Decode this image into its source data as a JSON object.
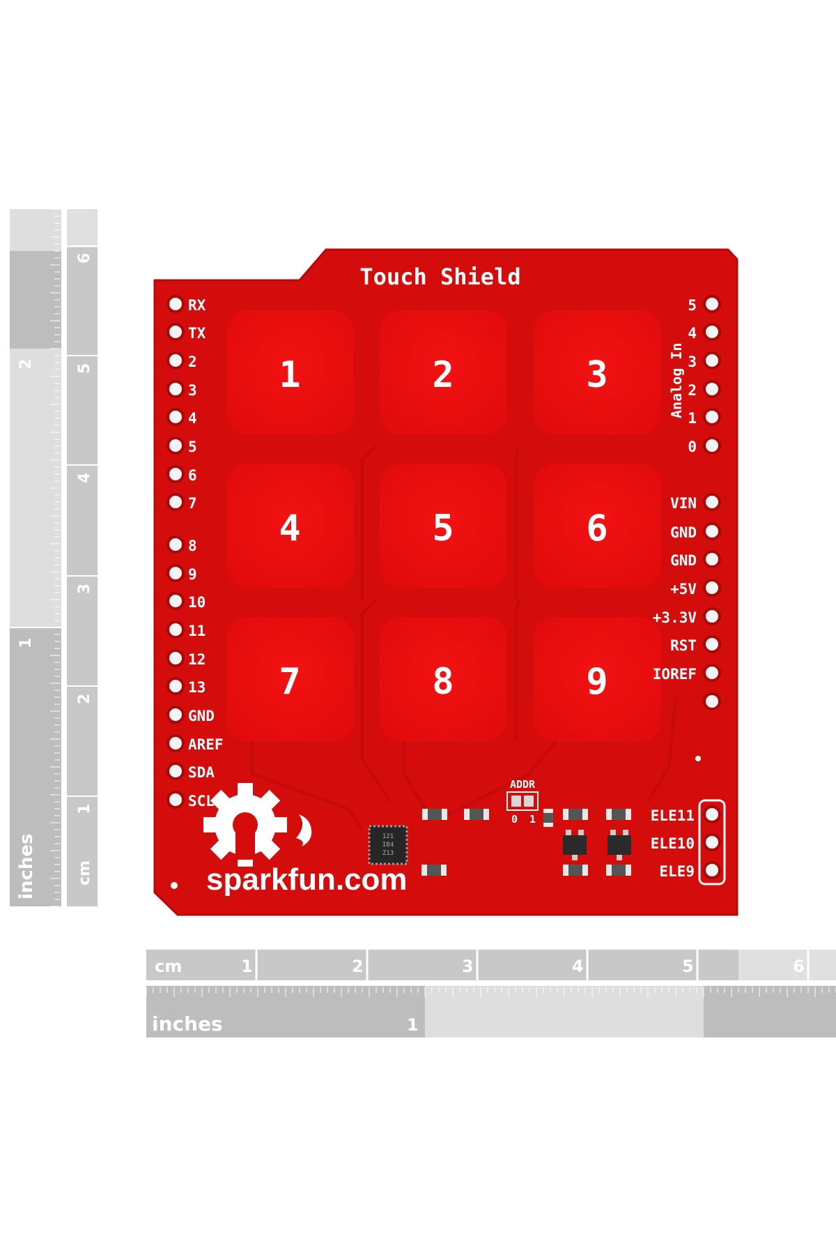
{
  "board": {
    "title": "Touch Shield",
    "logo_text": "sparkfun.com",
    "buttons": [
      "1",
      "2",
      "3",
      "4",
      "5",
      "6",
      "7",
      "8",
      "9"
    ],
    "left_pins": [
      "RX",
      "TX",
      "2",
      "3",
      "4",
      "5",
      "6",
      "7",
      "8",
      "9",
      "10",
      "11",
      "12",
      "13",
      "GND",
      "AREF",
      "SDA",
      "SCL"
    ],
    "analog_header_label": "Analog In",
    "analog_pins": [
      "5",
      "4",
      "3",
      "2",
      "1",
      "0"
    ],
    "power_pins": [
      "VIN",
      "GND",
      "GND",
      "+5V",
      "+3.3V",
      "RST",
      "IOREF"
    ],
    "electrode_pins": [
      "ELE11",
      "ELE10",
      "ELE9"
    ],
    "addr_label": "ADDR",
    "addr_options": [
      "0",
      "1"
    ],
    "chip_markings": [
      "121",
      "IB4",
      "Z13"
    ]
  },
  "rulers": {
    "bottom": {
      "cm_label": "cm",
      "cm_marks": [
        "1",
        "2",
        "3",
        "4",
        "5",
        "6"
      ],
      "inch_label": "inches",
      "inch_marks": [
        "1"
      ]
    },
    "left": {
      "cm_label": "cm",
      "cm_marks": [
        "1",
        "2",
        "3",
        "4",
        "5",
        "6"
      ],
      "inch_label": "inches",
      "inch_marks": [
        "1",
        "2"
      ]
    }
  },
  "colors": {
    "pcb_red": "#d40c0c",
    "pad_red": "#ee1010",
    "silkscreen": "#ffffff",
    "ruler_dark": "#b8b8b8",
    "ruler_light": "#d6d6d6"
  }
}
